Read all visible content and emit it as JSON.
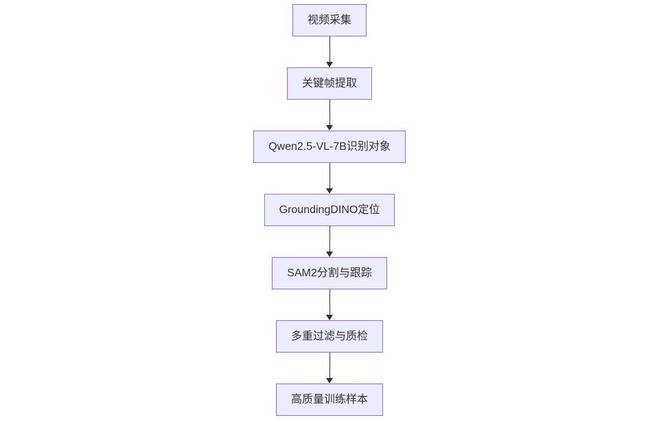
{
  "theme": {
    "canvas_bg": "#ffffff",
    "node_fill": "#ECECFF",
    "node_border": "#9370DB",
    "node_text": "#333333",
    "edge_color": "#333333"
  },
  "flowchart": {
    "direction": "top-down",
    "nodes": [
      {
        "id": "video-capture",
        "label": "视频采集"
      },
      {
        "id": "keyframe-extraction",
        "label": "关键帧提取"
      },
      {
        "id": "qwen-recognition",
        "label": "Qwen2.5-VL-7B识别对象"
      },
      {
        "id": "groundingdino",
        "label": "GroundingDINO定位"
      },
      {
        "id": "sam2-tracking",
        "label": "SAM2分割与跟踪"
      },
      {
        "id": "filter-qc",
        "label": "多重过滤与质检"
      },
      {
        "id": "training-samples",
        "label": "高质量训练样本"
      }
    ],
    "edges": [
      {
        "from": "video-capture",
        "to": "keyframe-extraction",
        "style": "arrow"
      },
      {
        "from": "keyframe-extraction",
        "to": "qwen-recognition",
        "style": "arrow"
      },
      {
        "from": "qwen-recognition",
        "to": "groundingdino",
        "style": "arrow"
      },
      {
        "from": "groundingdino",
        "to": "sam2-tracking",
        "style": "arrow"
      },
      {
        "from": "sam2-tracking",
        "to": "filter-qc",
        "style": "arrow"
      },
      {
        "from": "filter-qc",
        "to": "training-samples",
        "style": "arrow"
      }
    ]
  }
}
